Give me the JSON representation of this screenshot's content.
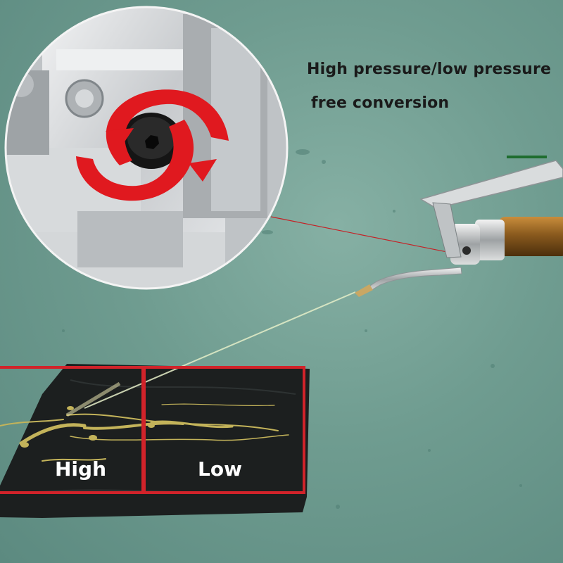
{
  "caption": {
    "line1": "High pressure/low pressure",
    "line2": "free conversion"
  },
  "zones": {
    "high_label": "High",
    "low_label": "Low"
  },
  "colors": {
    "floor": "#6f9c90",
    "highlight_red": "#d1232a",
    "arrow_red": "#e0191f",
    "tube_amber": "#8a5a1e",
    "bag_black": "#1c1f1f",
    "grease": "#c3b35a"
  },
  "icons": [
    "rotate-arrows-icon"
  ]
}
